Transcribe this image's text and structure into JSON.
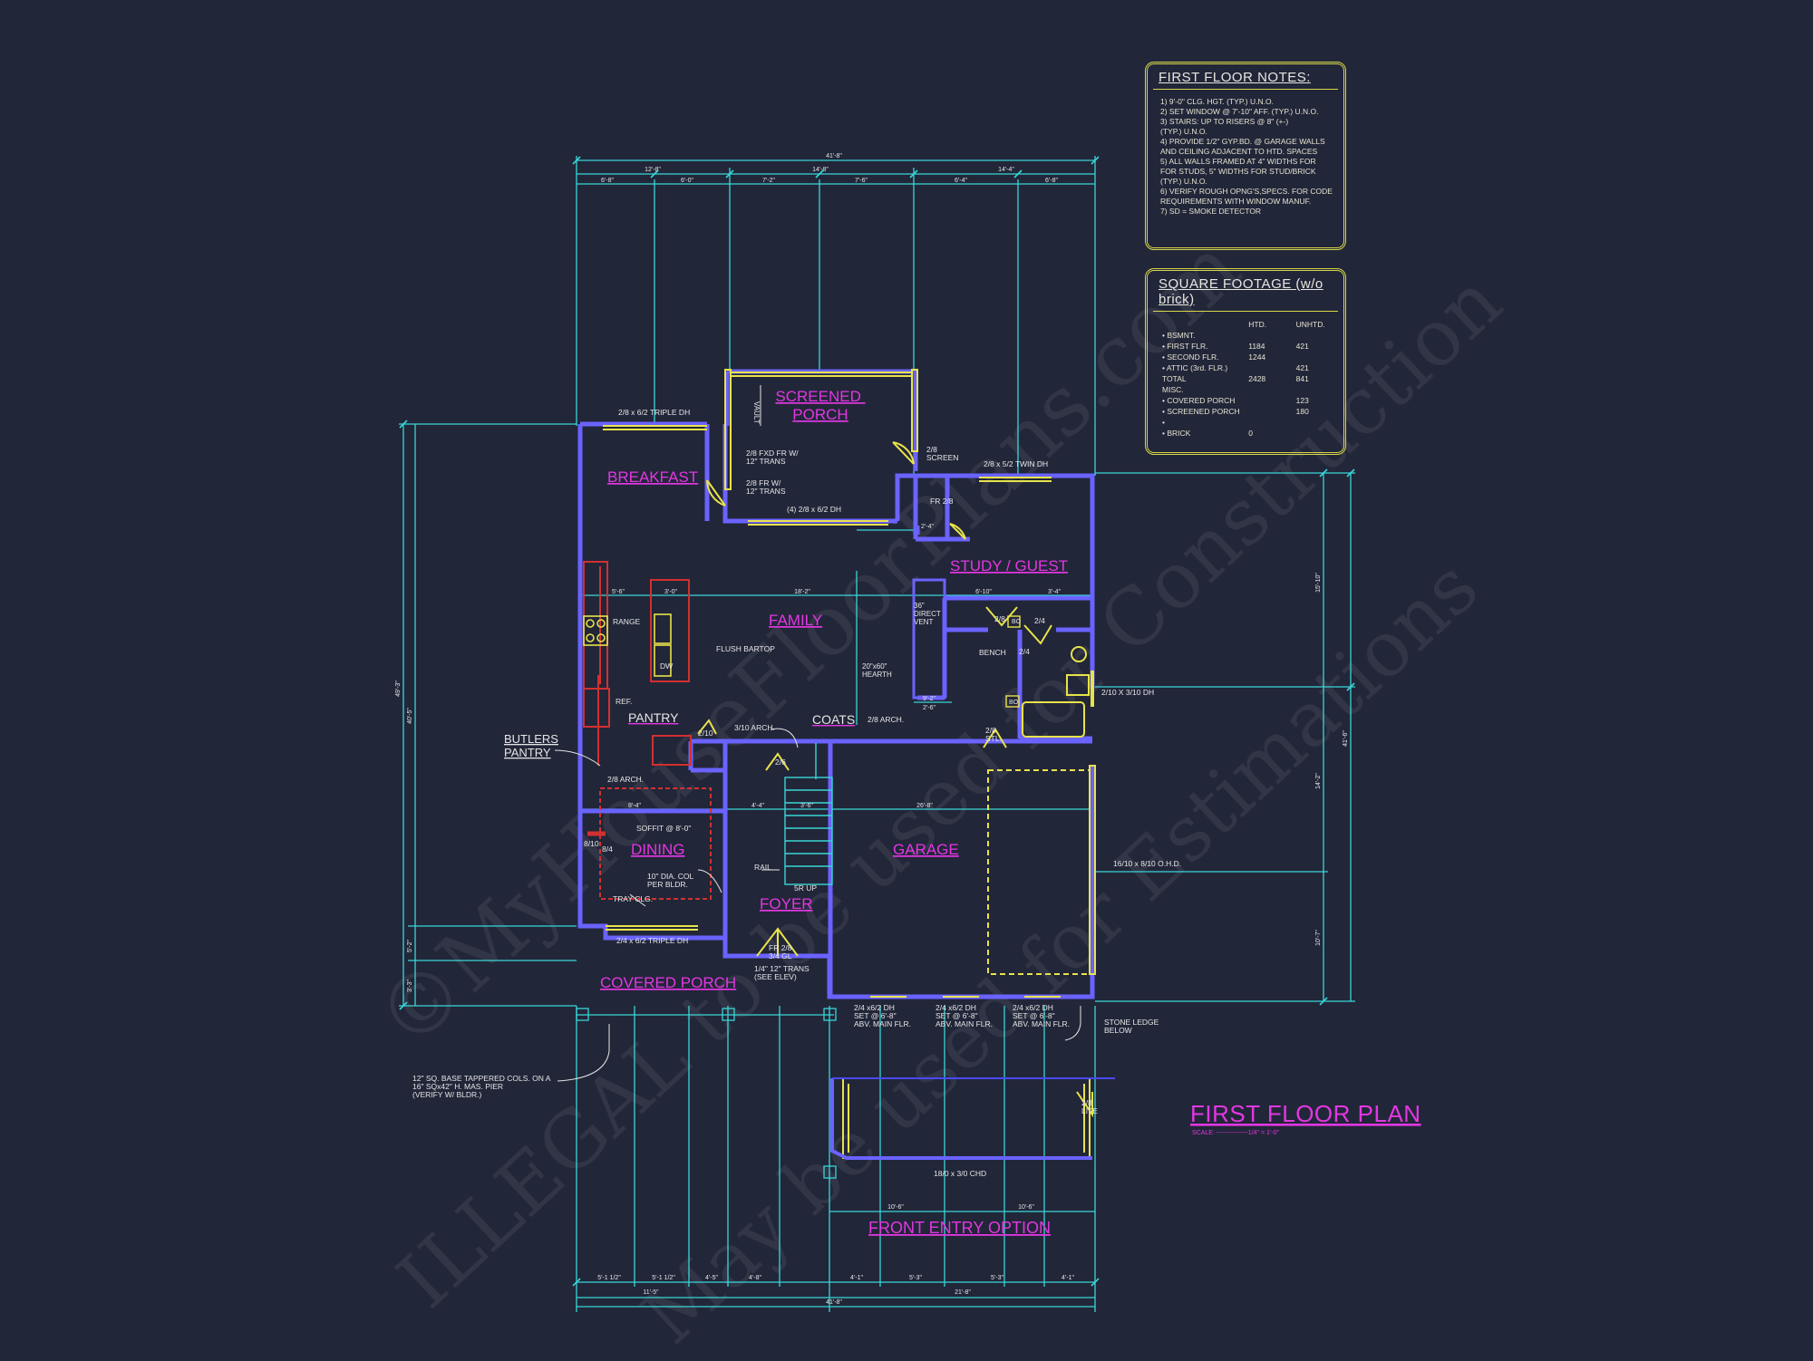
{
  "rooms": {
    "screened_porch": "SCREENED\nPORCH",
    "breakfast": "BREAKFAST",
    "study_guest": "STUDY / GUEST",
    "family": "FAMILY",
    "pantry": "PANTRY",
    "coats": "COATS",
    "dining": "DINING",
    "garage": "GARAGE",
    "foyer": "FOYER",
    "covered_porch": "COVERED PORCH",
    "butlers_pantry": "BUTLERS\nPANTRY"
  },
  "labels": {
    "triple_dh_top": "2/8 x 6/2 TRIPLE DH",
    "vault": "VAULT",
    "fxd_fr": "2/8 FXD FR W/\n12\" TRANS",
    "fr_trans": "2/8 FR W/\n12\" TRANS",
    "screen_door": "2/8\nSCREEN",
    "twin_dh": "2/8 x 5/2 TWIN DH",
    "four_dh": "(4) 2/8 x 6/2 DH",
    "fr_28": "FR 2/8",
    "range": "RANGE",
    "dw": "DW",
    "flush_bartop": "FLUSH BARTOP",
    "ref": "REF.",
    "direct_vent": "36\"\nDIRECT\nVENT",
    "hearth": "20\"x60\"\nHEARTH",
    "bench": "BENCH",
    "d_28": "2/8",
    "d_24a": "2/4",
    "d_24b": "2/4",
    "bo_a": "BO",
    "bo_b": "BO",
    "dh_right": "2/10 X 3/10 DH",
    "arch_310": "3/10  ARCH.",
    "arch_28_fam": "2/8  ARCH.",
    "d_28_stl": "2/8\nSTL.",
    "d_26": "2/6",
    "d_210": "2/10",
    "arch_28_din": "2/8  ARCH.",
    "soffit": "SOFFIT @ 8'-0\"",
    "d_810": "8/10",
    "d_84": "8/4",
    "dia_col": "10\" DIA. COL\nPER BLDR.",
    "tray_clg": "TRAY CLG.",
    "rail": "RAIL",
    "up": "5R UP",
    "triple_dh_bottom": "2/4 x 6/2 TRIPLE DH",
    "ohd": "16/10 x 8/10 O.H.D.",
    "entry_fr": "FR 2/8\n3/4 GL",
    "entry_trans": "1/4\" 12\" TRANS\n(SEE ELEV)",
    "dh_set_1": "2/4 x6/2 DH\nSET @ 6'-8\"\nABV. MAIN FLR.",
    "dh_set_2": "2/4 x6/2 DH\nSET @ 6'-8\"\nABV. MAIN FLR.",
    "dh_set_3": "2/4 x6/2 DH\nSET @ 6'-8\"\nABV. MAIN FLR.",
    "stone_ledge": "STONE LEDGE\nBELOW",
    "cols_note": "12\" SQ. BASE TAPPERED COLS. ON A\n16\" SQx42\" H. MAS. PIER\n(VERIFY W/ BLDR.)",
    "chd": "18/0 x 3/0 CHD",
    "d_28_lite": "2/8\nLITE"
  },
  "titles": {
    "plan_title": "FIRST FLOOR PLAN",
    "plan_scale": "SCALE: ---------------1/4\" = 1'-0\"",
    "front_entry": "FRONT ENTRY OPTION"
  },
  "dims": {
    "top_overall": "41'-8\"",
    "top_mid": [
      "12'-8\"",
      "14'-8\"",
      "14'-4\""
    ],
    "top_small": [
      "6'-8\"",
      "6'-0\"",
      "7'-2\"",
      "7'-6\"",
      "6'-4\"",
      "6'-8\""
    ],
    "bottom_overall": "41'-8\"",
    "bottom_small": [
      "5'-1 1/2\"",
      "5'-1 1/2\"",
      "4'-5\"",
      "4'-8\"",
      "4'-1\"",
      "5'-3\"",
      "5'-3\"",
      "4'-1\""
    ],
    "bottom_mid": [
      "11'-5\"",
      "21'-8\""
    ],
    "entry_dims": [
      "10'-6\"",
      "10'-6\""
    ],
    "left": [
      "49'-3\"",
      "40'-5\"",
      "5'-2\"",
      "3'-3\""
    ],
    "right": [
      "15'-10\"",
      "41'-6\"",
      "14'-2\"",
      "10'-7\""
    ],
    "interior": [
      "5'-6\"",
      "3'-0\"",
      "18'-2\"",
      "6'-10\"",
      "3'-4\"",
      "2'-4\"",
      "26'-8\"",
      "8'-4\"",
      "4'-4\"",
      "3'-6\"",
      "9'-2\"",
      "2'-6\""
    ]
  },
  "notes": {
    "title": "FIRST FLOOR NOTES:",
    "items": [
      "1) 9'-0\" CLG. HGT. (TYP.) U.N.O.",
      "2) SET WINDOW @ 7'-10\" AFF. (TYP.) U.N.O.",
      "3) STAIRS: UP TO RISERS @ 8\" (+-)",
      "   (TYP.) U.N.O.",
      "4) PROVIDE 1/2\" GYP.BD. @ GARAGE WALLS",
      "   AND CEILING ADJACENT TO HTD. SPACES",
      "5) ALL WALLS FRAMED AT 4\" WIDTHS FOR",
      "   FOR STUDS, 5\" WIDTHS FOR STUD/BRICK",
      "   (TYP.) U.N.O.",
      "6) VERIFY ROUGH OPNG'S,SPECS. FOR CODE",
      "   REQUIREMENTS WITH WINDOW MANUF.",
      "7) SD = SMOKE DETECTOR"
    ]
  },
  "sqft": {
    "title": "SQUARE FOOTAGE (w/o brick)",
    "headers": [
      "",
      "HTD.",
      "UNHTD."
    ],
    "rows": [
      [
        "• BSMNT.",
        "",
        ""
      ],
      [
        "• FIRST FLR.",
        "1184",
        "421"
      ],
      [
        "• SECOND FLR.",
        "1244",
        ""
      ],
      [
        "• ATTIC (3rd. FLR.)",
        "",
        "421"
      ],
      [
        "TOTAL",
        "2428",
        "841"
      ],
      [
        "MISC.",
        "",
        ""
      ],
      [
        "• COVERED PORCH",
        "",
        "123"
      ],
      [
        "• SCREENED PORCH",
        "",
        "180"
      ],
      [
        "•",
        "",
        ""
      ],
      [
        "• BRICK",
        "0",
        ""
      ]
    ]
  },
  "watermark": {
    "line1": "©MyHouseFloorPlans.com",
    "line2": "ILLEGAL to be used for Construction",
    "line3": "May be used for Estimations"
  },
  "colors": {
    "background": "#222639",
    "dimension": "#39d6d6",
    "wall": "#6a63ff",
    "label": "#e237e2",
    "text": "#e6e6e6",
    "window": "#e8e34a",
    "cabinet": "#d23030"
  }
}
